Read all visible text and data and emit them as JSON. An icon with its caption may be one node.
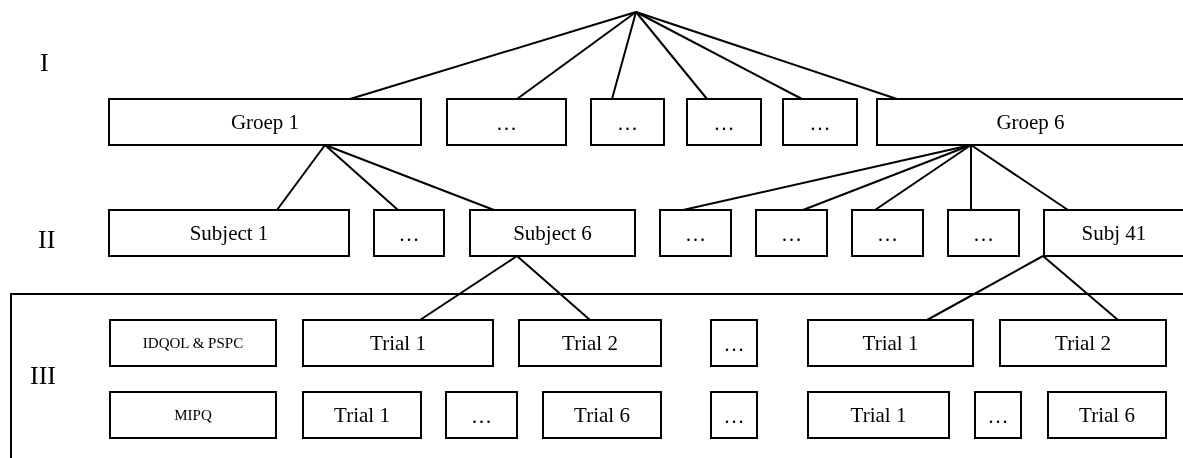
{
  "diagram": {
    "nodes": [
      {
        "text": [
          "Groep 1"
        ]
      },
      {
        "text": [
          "…"
        ]
      },
      {
        "text": [
          "…"
        ]
      },
      {
        "text": [
          "…"
        ]
      },
      {
        "text": [
          "…"
        ]
      },
      {
        "text": [
          "Groep 6"
        ]
      },
      {
        "text": [
          "Subject 1"
        ]
      },
      {
        "text": [
          "…"
        ]
      },
      {
        "text": [
          "Subject 6"
        ]
      },
      {
        "text": [
          "…"
        ]
      },
      {
        "text": [
          "…"
        ]
      },
      {
        "text": [
          "…"
        ]
      },
      {
        "text": [
          "…"
        ]
      },
      {
        "text": [
          "Subj 41"
        ]
      },
      {
        "text": [
          "III"
        ]
      },
      {
        "text": [
          "IDQOL & PSPC"
        ],
        "in": 14
      },
      {
        "text": [
          "Trial 1"
        ],
        "in": 14
      },
      {
        "text": [
          "Trial 2"
        ],
        "in": 14
      },
      {
        "text": [
          "…"
        ],
        "in": 14
      },
      {
        "text": [
          "Trial 1"
        ],
        "in": 14
      },
      {
        "text": [
          "Trial 2"
        ],
        "in": 14
      },
      {
        "text": [
          "MIPQ"
        ],
        "in": 14
      },
      {
        "text": [
          "Trial 1"
        ],
        "in": 14
      },
      {
        "text": [
          "…"
        ],
        "in": 14
      },
      {
        "text": [
          "Trial 6"
        ],
        "in": 14
      },
      {
        "text": [
          "…"
        ],
        "in": 14
      },
      {
        "text": [
          "Trial 1"
        ],
        "in": 14
      },
      {
        "text": [
          "…"
        ],
        "in": 14
      },
      {
        "text": [
          "Trial 6"
        ],
        "in": 14
      }
    ],
    "edges": [
      {
        "from": null,
        "to": 0,
        "arrow": "none"
      },
      {
        "from": null,
        "to": 1,
        "arrow": "none"
      },
      {
        "from": null,
        "to": 2,
        "arrow": "none"
      },
      {
        "from": null,
        "to": 3,
        "arrow": "none"
      },
      {
        "from": null,
        "to": 4,
        "arrow": "none"
      },
      {
        "from": null,
        "to": 5,
        "arrow": "none"
      },
      {
        "from": 0,
        "to": 6,
        "arrow": "none"
      },
      {
        "from": 0,
        "to": 7,
        "arrow": "none"
      },
      {
        "from": 0,
        "to": 8,
        "arrow": "none"
      },
      {
        "from": 5,
        "to": 9,
        "arrow": "none"
      },
      {
        "from": 5,
        "to": 10,
        "arrow": "none"
      },
      {
        "from": 5,
        "to": 11,
        "arrow": "none"
      },
      {
        "from": 5,
        "to": 12,
        "arrow": "none"
      },
      {
        "from": 5,
        "to": 13,
        "arrow": "none"
      },
      {
        "from": 8,
        "to": 16,
        "arrow": "none"
      },
      {
        "from": 8,
        "to": 17,
        "arrow": "none"
      },
      {
        "from": 13,
        "to": 19,
        "arrow": "none"
      },
      {
        "from": 13,
        "to": 20,
        "arrow": "none"
      }
    ],
    "labels": [
      "I",
      "II"
    ]
  }
}
